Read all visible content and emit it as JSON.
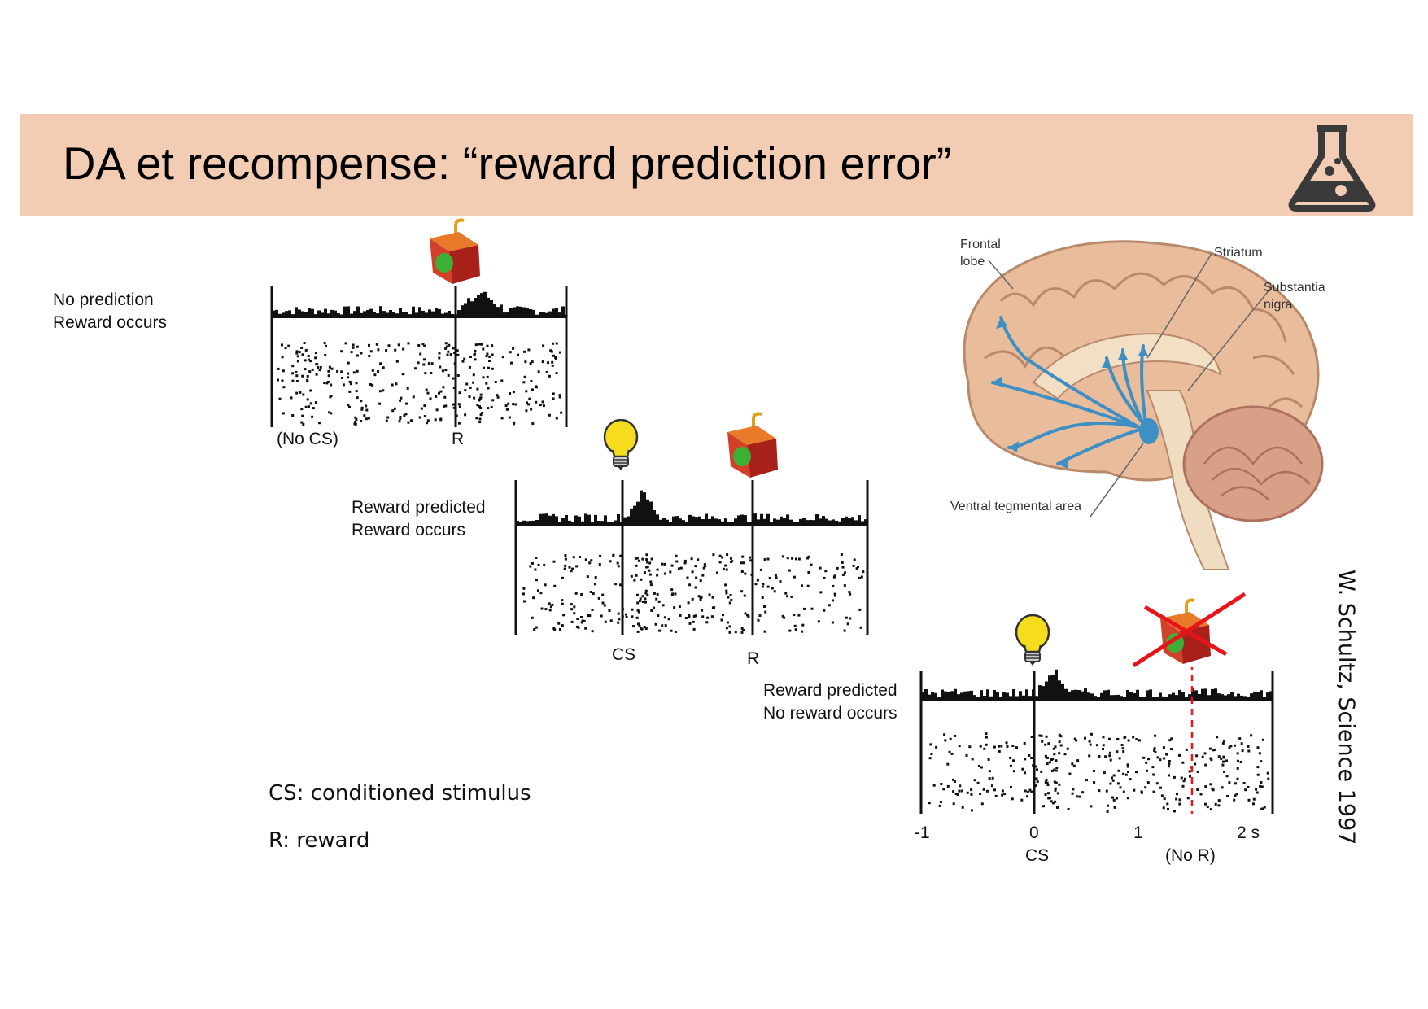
{
  "slide": {
    "title": "DA et recompense: “reward prediction error”",
    "title_icon": "flask-icon",
    "title_bar_color": "#f2cdb3"
  },
  "panels": [
    {
      "label_lines": [
        "No prediction",
        "Reward occurs"
      ],
      "axis_labels": [
        "(No CS)",
        "R"
      ],
      "icons": [
        "juice-box-icon"
      ]
    },
    {
      "label_lines": [
        "Reward predicted",
        "Reward occurs"
      ],
      "axis_labels": [
        "CS",
        "R"
      ],
      "icons": [
        "lightbulb-icon",
        "juice-box-icon"
      ]
    },
    {
      "label_lines": [
        "Reward predicted",
        "No reward occurs"
      ],
      "axis_ticks": [
        "-1",
        "0",
        "1",
        "2 s"
      ],
      "axis_labels": [
        "CS",
        "(No R)"
      ],
      "icons": [
        "lightbulb-icon",
        "crossed-out-juice-box-icon"
      ]
    }
  ],
  "brain": {
    "labels": {
      "frontal_lobe": [
        "Frontal",
        "lobe"
      ],
      "striatum": "Striatum",
      "substantia_nigra": [
        "Substantia",
        "nigra"
      ],
      "vta": "Ventral tegmental area"
    },
    "pathway_color": "#3d8fc4"
  },
  "legend": {
    "cs": "CS: conditioned stimulus",
    "r": "R: reward"
  },
  "citation": "W. Schultz, Science 1997",
  "colors": {
    "cross": "#e8141c",
    "no_reward_line": "#e8141c",
    "bulb": "#f5dc1c",
    "juice_box": "#d2402a"
  }
}
